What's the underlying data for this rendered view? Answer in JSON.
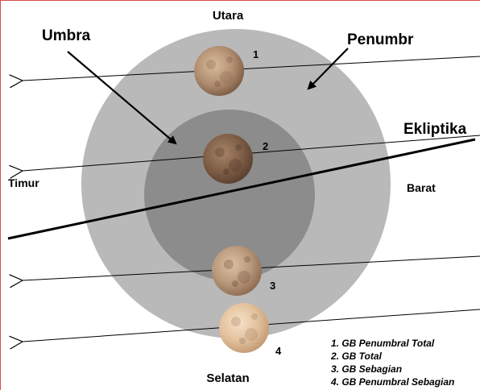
{
  "directions": {
    "north": "Utara",
    "south": "Selatan",
    "east": "Timur",
    "west": "Barat"
  },
  "labels": {
    "umbra": "Umbra",
    "penumbra": "Penumbr",
    "ecliptic": "Ekliptika"
  },
  "moons": [
    {
      "number": "1"
    },
    {
      "number": "2"
    },
    {
      "number": "3"
    },
    {
      "number": "4"
    }
  ],
  "legend": [
    "1. GB Penumbral Total",
    "2. GB Total",
    "3. GB Sebagian",
    "4. GB Penumbral Sebagian"
  ],
  "colors": {
    "penumbra": "#b9b9b9",
    "umbra": "#8c8c8c",
    "moon_light": "#e8c9a8",
    "moon_dark": "#8a6a52",
    "frame": "#d94b4b"
  }
}
